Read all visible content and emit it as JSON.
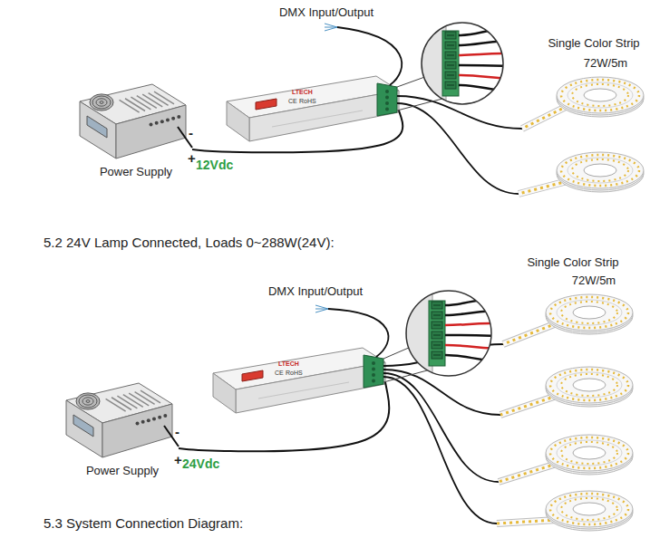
{
  "diagram": {
    "nodes": [
      {
        "text": [
          "Power Supply"
        ]
      },
      {
        "text": [
          "LTECH",
          "CE",
          "RoHS"
        ]
      },
      {
        "text": [
          "Power Supply"
        ]
      },
      {
        "text": [
          "LTECH",
          "CE",
          "RoHS"
        ]
      }
    ],
    "edges": [
      {
        "from": 0,
        "to": 1,
        "arrow": "none",
        "label": "12Vdc"
      },
      {
        "from": 2,
        "to": 3,
        "arrow": "none",
        "label": "24Vdc"
      }
    ],
    "labels": [
      "DMX Input/Output",
      "Single Color Strip",
      "72W/5m",
      "-",
      "+",
      "5.2 24V Lamp Connected, Loads 0~288W(24V):",
      "DMX Input/Output",
      "Single Color Strip",
      "72W/5m",
      "-",
      "+",
      "5.3 System Connection Diagram:"
    ]
  }
}
